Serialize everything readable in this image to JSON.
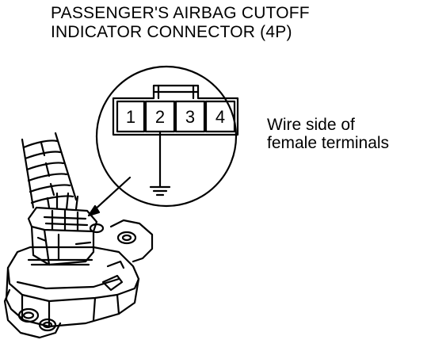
{
  "title": {
    "line1": "PASSENGER'S AIRBAG CUTOFF",
    "line2": "INDICATOR CONNECTOR (4P)"
  },
  "connector": {
    "pins": [
      "1",
      "2",
      "3",
      "4"
    ],
    "ground_pin": "2"
  },
  "side_label": {
    "line1": "Wire side of",
    "line2": "female terminals"
  }
}
